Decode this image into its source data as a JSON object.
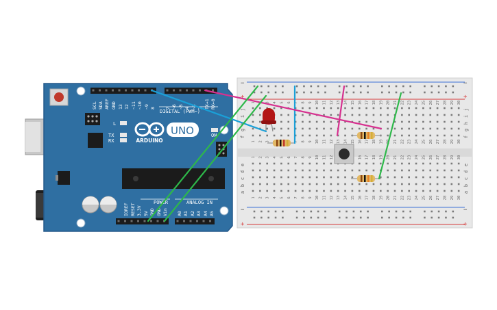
{
  "colors": {
    "board": "#2f6fa2",
    "board_edge": "#25598a",
    "breadboard": "#e8e8e8",
    "wire_blue": "#1aa0d8",
    "wire_green": "#2eb84a",
    "wire_magenta": "#d6308f",
    "rail_red": "#d63a3a",
    "rail_blue": "#3a6fd6",
    "led": "#b31515"
  },
  "arduino": {
    "model": "UNO",
    "brand": "ARDUINO",
    "on_label": "ON",
    "tx_label": "TX",
    "rx_label": "RX",
    "l_label": "L",
    "digital_label": "DIGITAL (PWM~)",
    "power_label": "POWER",
    "analog_label": "ANALOG IN",
    "top_header_labels": [
      "SCL",
      "SDA",
      "AREF",
      "GND",
      "13",
      "12",
      "~11",
      "~10",
      "~9",
      "8",
      "7",
      "~6",
      "~5",
      "4",
      "~3",
      "2",
      "TX→1",
      "RX←0"
    ],
    "bottom_header_labels": [
      "IOREF",
      "RESET",
      "3.3V",
      "5V",
      "GND",
      "GND",
      "Vin",
      "A0",
      "A1",
      "A2",
      "A3",
      "A4",
      "A5"
    ]
  },
  "breadboard": {
    "column_numbers": [
      "1",
      "2",
      "3",
      "4",
      "5",
      "6",
      "7",
      "8",
      "9",
      "10",
      "11",
      "12",
      "13",
      "14",
      "15",
      "16",
      "17",
      "18",
      "19",
      "20",
      "21",
      "22",
      "23",
      "24",
      "25",
      "26",
      "27",
      "28",
      "29",
      "30"
    ],
    "row_letters_top": [
      "j",
      "i",
      "h",
      "g",
      "f"
    ],
    "row_letters_bottom": [
      "e",
      "d",
      "c",
      "b",
      "a"
    ],
    "rail_plus": "+",
    "rail_minus": "−"
  },
  "components": {
    "led": "red-led",
    "button": "pushbutton",
    "resistors": [
      "resistor-1",
      "resistor-2",
      "resistor-3"
    ]
  }
}
